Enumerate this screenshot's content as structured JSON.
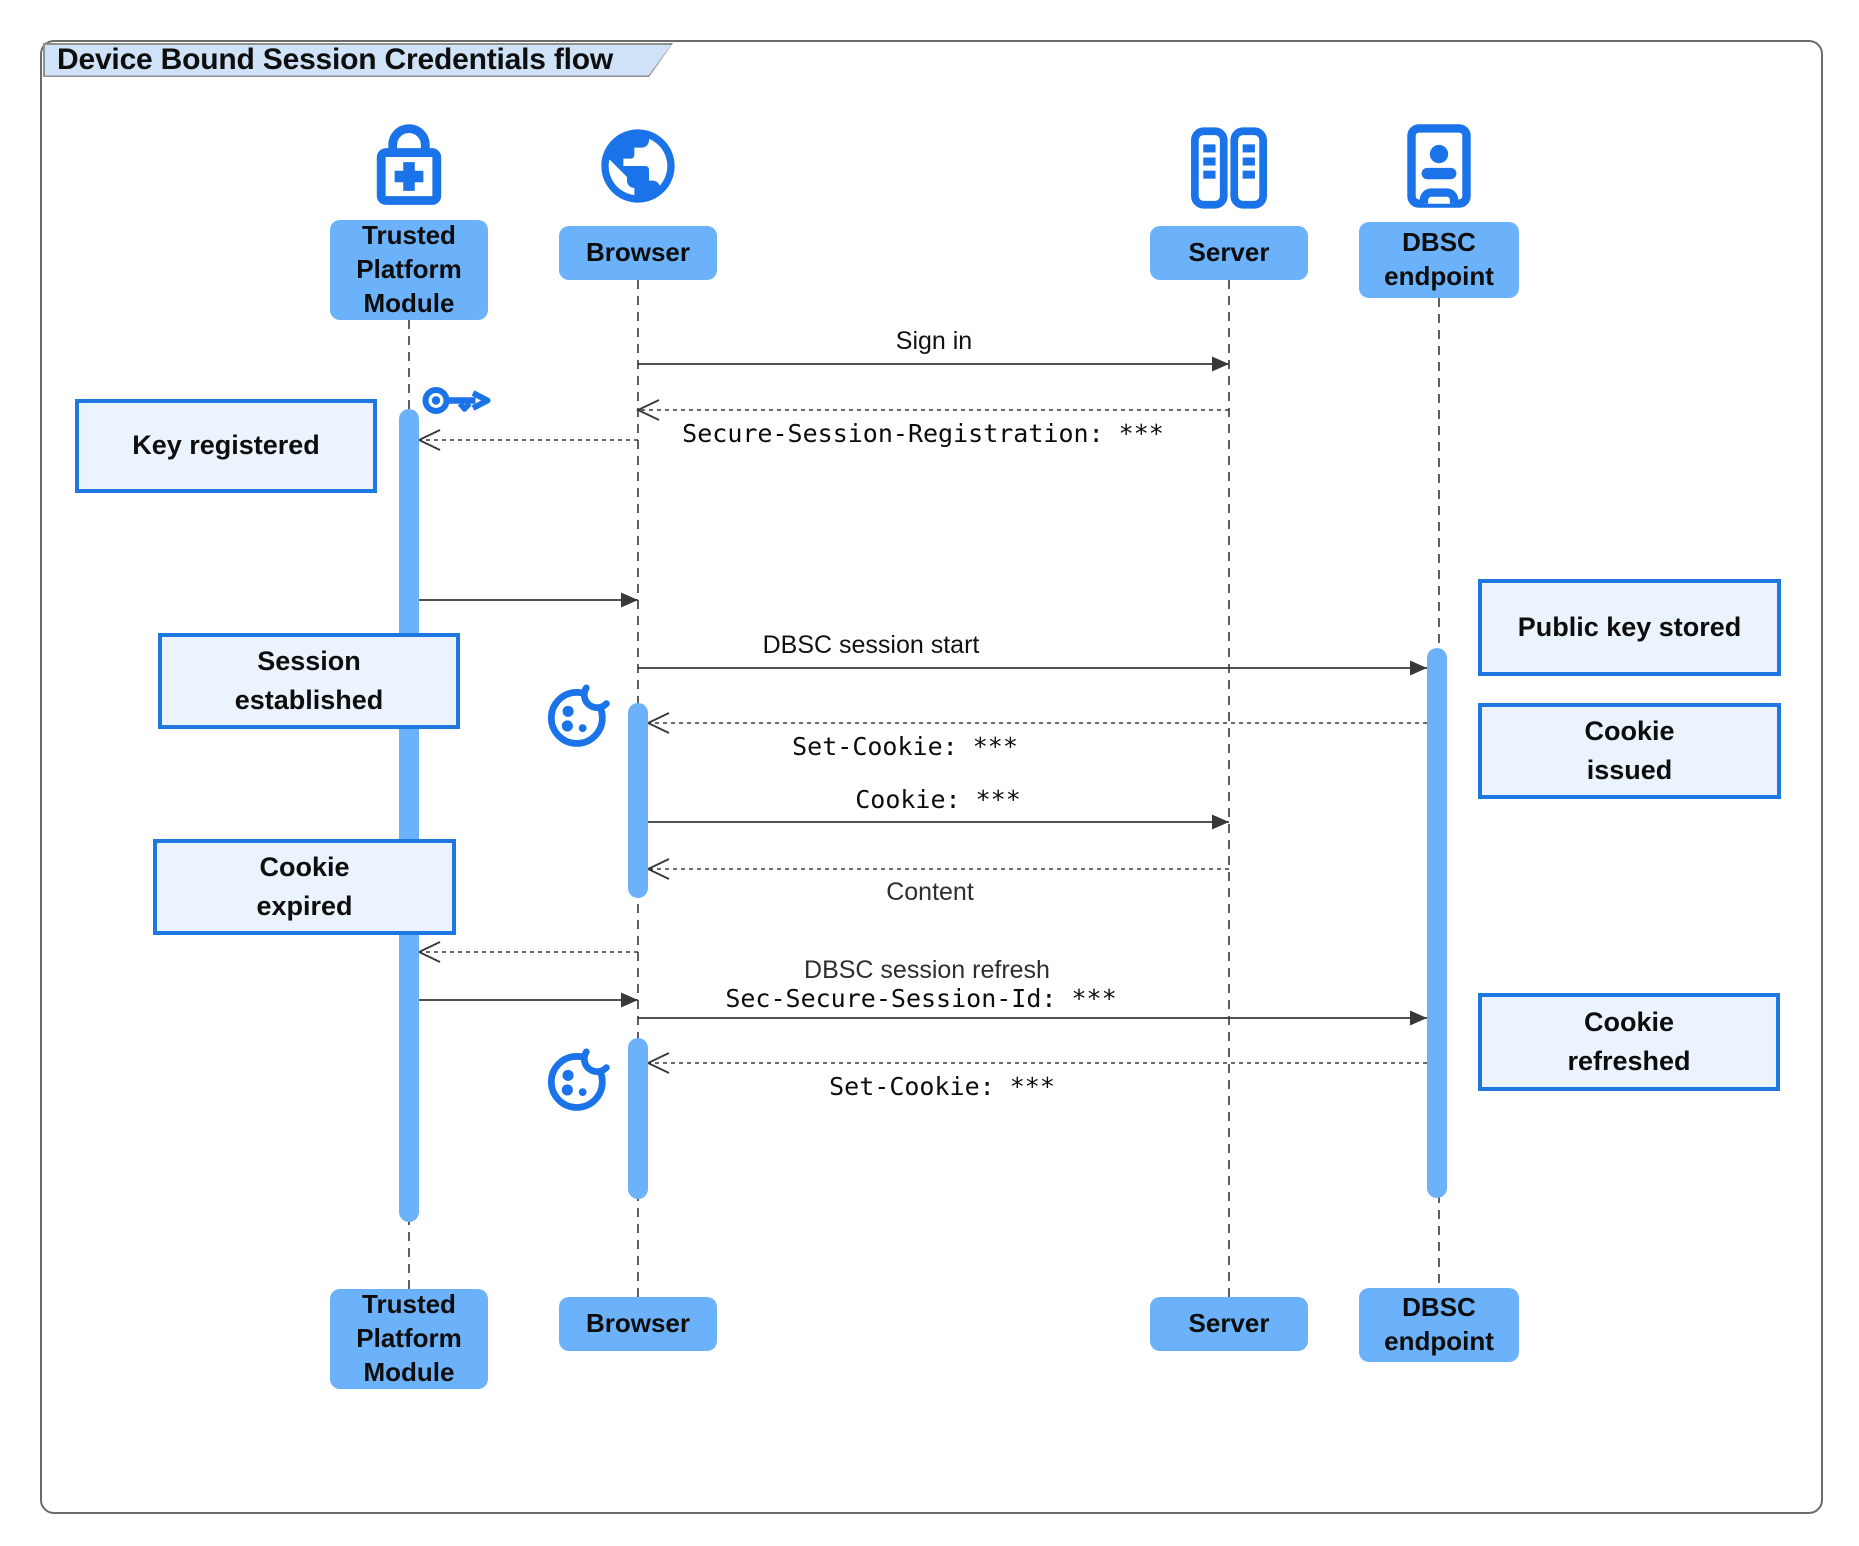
{
  "title": "Device Bound Session Credentials flow",
  "colors": {
    "accent": "#1a73e8",
    "actor_fill": "#6cb2fa",
    "bar_fill": "#6cb2fa",
    "note_fill": "#ebf3fd",
    "note_border": "#1e78e0",
    "title_fill": "#cfe2f7",
    "line": "#383838"
  },
  "actors": [
    {
      "id": "tpm",
      "label": "Trusted\nPlatform\nModule",
      "icon": "lock-plus-icon"
    },
    {
      "id": "browser",
      "label": "Browser",
      "icon": "globe-icon"
    },
    {
      "id": "server",
      "label": "Server",
      "icon": "server-icon"
    },
    {
      "id": "dbsc",
      "label": "DBSC\nendpoint",
      "icon": "person-door-icon"
    }
  ],
  "messages": [
    {
      "from": "browser",
      "to": "server",
      "line": "solid",
      "label": "Sign in",
      "font": "sans",
      "pos": "above"
    },
    {
      "from": "server",
      "to": "browser",
      "line": "dashed",
      "label": "Secure-Session-Registration: ***",
      "font": "mono",
      "pos": "below"
    },
    {
      "from": "browser",
      "to": "tpm",
      "line": "dashed",
      "label": "",
      "icon": "key-icon"
    },
    {
      "from": "tpm",
      "to": "browser",
      "line": "solid",
      "label": ""
    },
    {
      "from": "browser",
      "to": "dbsc",
      "line": "solid",
      "label": "DBSC session start",
      "font": "sans",
      "pos": "above"
    },
    {
      "from": "dbsc",
      "to": "browser",
      "line": "dashed",
      "label": "Set-Cookie: ***",
      "font": "mono",
      "pos": "below",
      "icon": "cookie-icon"
    },
    {
      "from": "browser",
      "to": "server",
      "line": "solid",
      "label": "Cookie: ***",
      "font": "mono",
      "pos": "above"
    },
    {
      "from": "server",
      "to": "browser",
      "line": "dashed",
      "label": "Content",
      "font": "sans",
      "pos": "below"
    },
    {
      "from": "browser",
      "to": "tpm",
      "line": "dashed",
      "label": ""
    },
    {
      "from": "tpm",
      "to": "browser",
      "line": "solid",
      "label": ""
    },
    {
      "from": "browser",
      "to": "dbsc",
      "line": "solid",
      "label": "DBSC session refresh",
      "label2": "Sec-Secure-Session-Id: ***",
      "font": "sans",
      "font2": "mono",
      "pos": "above"
    },
    {
      "from": "dbsc",
      "to": "browser",
      "line": "dashed",
      "label": "Set-Cookie: ***",
      "font": "mono",
      "pos": "below",
      "icon": "cookie-icon"
    }
  ],
  "notes": [
    {
      "side": "left",
      "label": "Key registered"
    },
    {
      "side": "left",
      "label": "Session\nestablished"
    },
    {
      "side": "left",
      "label": "Cookie\nexpired"
    },
    {
      "side": "right",
      "label": "Public key stored"
    },
    {
      "side": "right",
      "label": "Cookie\nissued"
    },
    {
      "side": "right",
      "label": "Cookie\nrefreshed"
    }
  ]
}
